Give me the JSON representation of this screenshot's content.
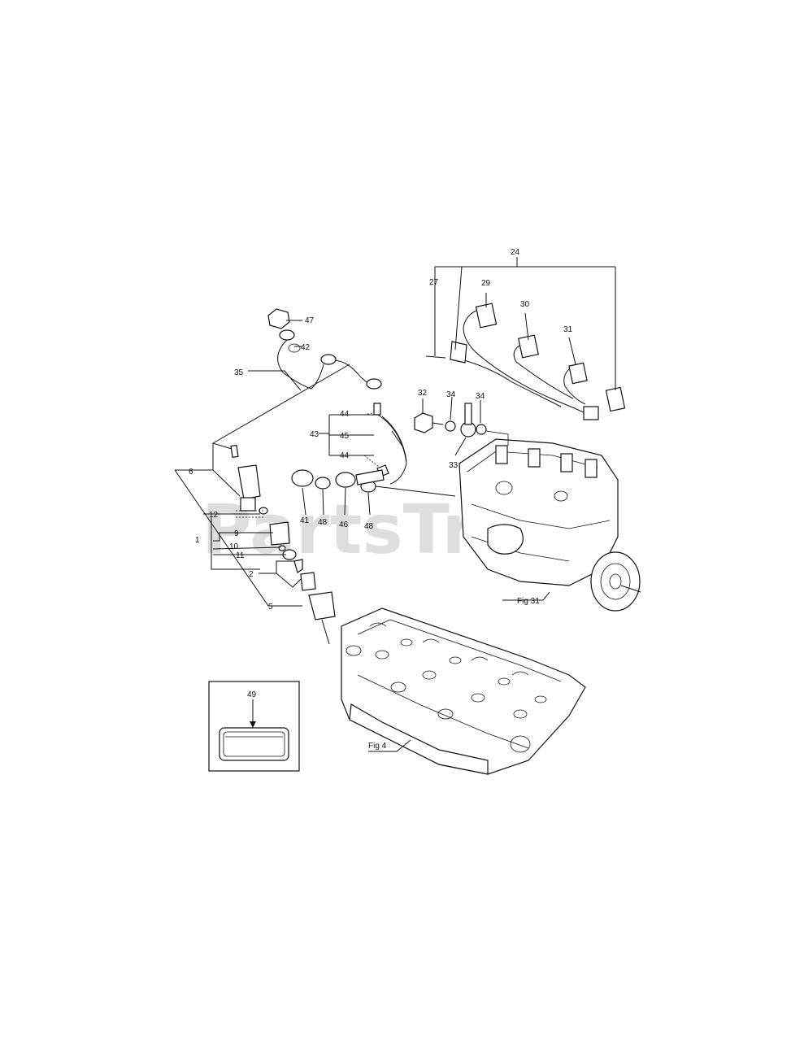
{
  "watermark": "PartsTree",
  "colors": {
    "ink": "#111111",
    "background": "#ffffff",
    "watermark": "#c8c8c8"
  },
  "callouts": [
    "1",
    "2",
    "5",
    "6",
    "9",
    "10",
    "11",
    "12",
    "24",
    "27",
    "29",
    "30",
    "31",
    "32",
    "33",
    "34",
    "34",
    "35",
    "41",
    "42",
    "43",
    "44",
    "44",
    "45",
    "46",
    "47",
    "48",
    "48",
    "49"
  ],
  "figure_refs": {
    "pump": "Fig 31",
    "head": "Fig 4"
  },
  "kit": {
    "label": "49"
  }
}
